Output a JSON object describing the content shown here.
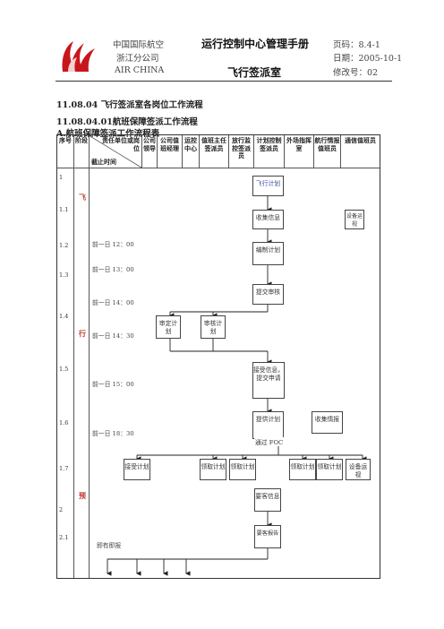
{
  "header": {
    "company_line1": "中国国际航空",
    "company_line2": "浙江分公司",
    "company_en": "AIR CHINA",
    "manual_title": "运行控制中心管理手册",
    "dept": "飞行签派室",
    "page_no": "页码：8.4-1",
    "date": "日期：2005-10-1",
    "revision": "修改号：02"
  },
  "section": {
    "heading1": "11.08.04 飞行签派室各岗位工作流程",
    "heading2": "11.08.04.01航班保障签派工作流程",
    "table_title": "A.航班保障签派工作流程表"
  },
  "table": {
    "col_seq": "序号",
    "col_phase": "阶段",
    "diag_top": "责任单位或岗位",
    "diag_bottom": "截止时间",
    "roles": [
      "公司领导",
      "公司值班经理",
      "运控中心",
      "值班主任签派员",
      "放行监控签派员",
      "计划控制签派员",
      "外场指挥室",
      "航行情报值班员",
      "通信值班员"
    ],
    "rows": [
      "1",
      "1.1",
      "1.2",
      "1.3",
      "1.4",
      "1.5",
      "1.6",
      "1.7",
      "2",
      "2.1"
    ],
    "phases": [
      "飞",
      "行",
      "预"
    ],
    "times": [
      "前一日 12：00",
      "前一日 13：00",
      "前一日 14：00",
      "前一日 14：30",
      "前一日 15：00",
      "前一日 18：30",
      "即有即报"
    ]
  },
  "flow": {
    "flight_plan": "飞行计划",
    "collect_info": "收集信息",
    "equip_status_1": "设备运视",
    "make_plan": "编制计划",
    "submit_review": "提交审核",
    "approve_plan": "审定计划",
    "review_plan": "审核计划",
    "receive_info": "接受信息，提交申请",
    "provide_plan": "提供计划",
    "collect_intel": "收集情报",
    "via_foc": "通过 FOC",
    "receive_plan": "接受计划",
    "get_plan_1": "领取计划",
    "get_plan_2": "领取计划",
    "get_plan_3": "领取计划",
    "get_plan_4": "领取计划",
    "equip_status_2": "设备运视",
    "backup_info": "要客信息",
    "backup_report": "要客报告"
  },
  "colors": {
    "logo_red": "#c8161d",
    "text_blue": "#3a4a9a",
    "phase_red": "#c0392b"
  }
}
